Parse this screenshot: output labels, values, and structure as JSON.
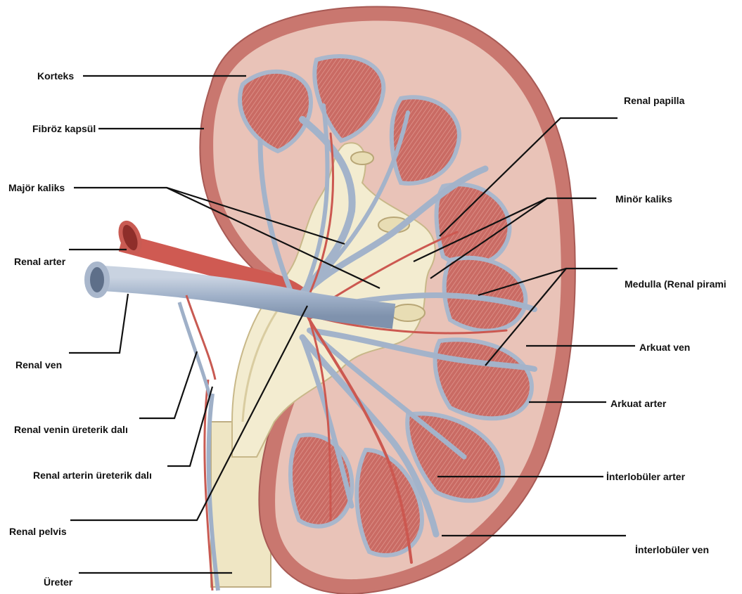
{
  "labels": {
    "korteks": "Korteks",
    "fibroz_kapsul": "Fibröz kapsül",
    "major_kaliks": "Majör kaliks",
    "renal_arter": "Renal arter",
    "renal_ven": "Renal ven",
    "renal_venin_ureterik_dali": "Renal venin üreterik dalı",
    "renal_arterin_ureterik_dali": "Renal arterin üreterik dalı",
    "renal_pelvis": "Renal pelvis",
    "ureter": "Üreter",
    "renal_papilla": "Renal papilla",
    "minor_kaliks": "Minör kaliks",
    "medulla": "Medulla  (Renal pirami",
    "arkuat_ven": "Arkuat ven",
    "arkuat_arter": "Arkuat arter",
    "interlobuler_arter": "İnterlobüler arter",
    "interlobuler_ven": "İnterlobüler ven"
  },
  "colors": {
    "capsule": "#c9776f",
    "cortex": "#e9c3b8",
    "pyramid": "#c76a63",
    "pelvis": "#f3ecd0",
    "vein": "#a9b7cc",
    "artery": "#cf5a52",
    "leader_line": "#111111"
  }
}
